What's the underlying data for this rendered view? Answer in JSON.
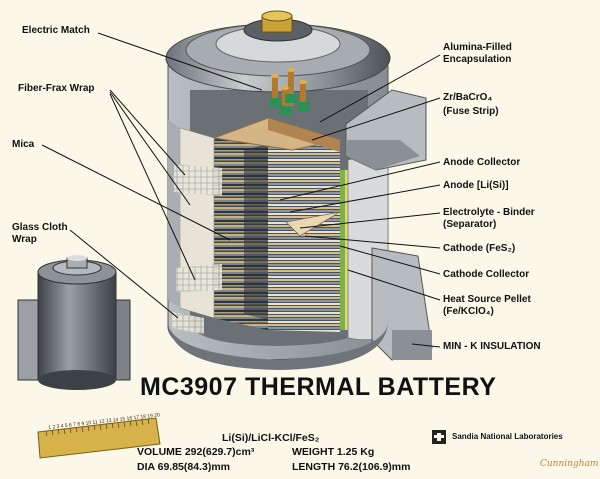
{
  "diagram": {
    "labels": {
      "electric_match": "Electric Match",
      "fiber_frax_wrap": "Fiber-Frax Wrap",
      "mica": "Mica",
      "glass_cloth_1": "Glass Cloth",
      "glass_cloth_2": "Wrap",
      "alumina_1": "Alumina-Filled",
      "alumina_2": "Encapsulation",
      "fuse_1": "Zr/BaCrO₄",
      "fuse_2": "(Fuse Strip)",
      "anode_collector": "Anode Collector",
      "anode": "Anode [Li(Si)]",
      "electrolyte_1": "Electrolyte - Binder",
      "electrolyte_2": "(Separator)",
      "cathode": "Cathode (FeS₂)",
      "cathode_collector": "Cathode Collector",
      "heat_source_1": "Heat Source Pellet",
      "heat_source_2": "(Fe/KClO₄)",
      "min_k": "MIN - K INSULATION"
    },
    "title": "MC3907 THERMAL BATTERY",
    "specs": {
      "chemistry": "Li(Si)/LiCl-KCl/FeS₂",
      "volume": "VOLUME 292(629.7)cm³",
      "weight": "WEIGHT 1.25 Kg",
      "dia": "DIA  69.85(84.3)mm",
      "length": "LENGTH 76.2(106.9)mm"
    },
    "ruler_numbers": "1 2 3 4 5 6 7 8 9 10 11 12 13 14 15 16 17 18 19 20",
    "organization": "Sandia National Laboratories",
    "signature": "Cunningham"
  }
}
